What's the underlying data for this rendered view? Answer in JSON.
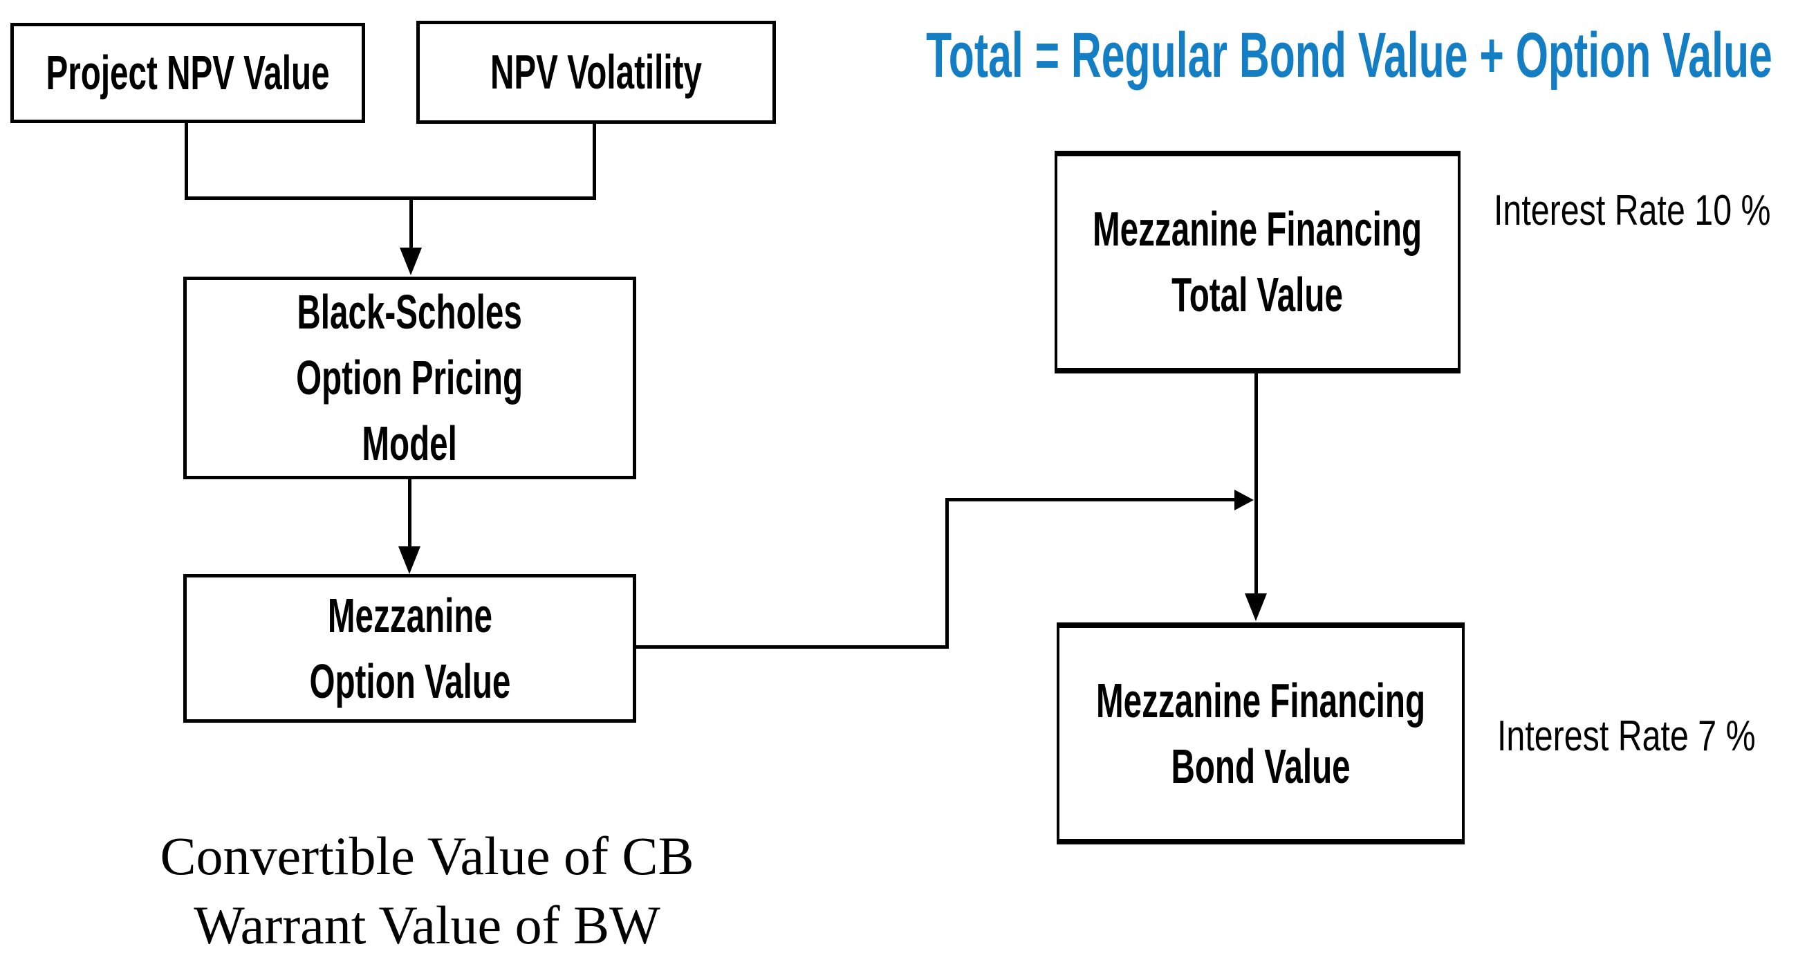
{
  "diagram": {
    "title": {
      "text": "Total = Regular Bond Value + Option Value",
      "color": "#147EC4"
    },
    "boxes": {
      "project_npv": {
        "lines": [
          "Project NPV Value"
        ]
      },
      "npv_volatility": {
        "lines": [
          "NPV Volatility"
        ]
      },
      "black_scholes": {
        "lines": [
          "Black-Scholes",
          "Option Pricing",
          "Model"
        ]
      },
      "mezzanine_option": {
        "lines": [
          "Mezzanine",
          "Option Value"
        ]
      },
      "mezzanine_total": {
        "lines": [
          "Mezzanine Financing",
          "Total Value"
        ]
      },
      "mezzanine_bond": {
        "lines": [
          "Mezzanine Financing",
          "Bond Value"
        ]
      }
    },
    "annotations": {
      "interest_rate_total": "Interest Rate 10 %",
      "interest_rate_bond": "Interest Rate 7 %",
      "note_line1": "Convertible Value of CB",
      "note_line2": "Warrant Value of BW"
    },
    "colors": {
      "box_border": "#000000",
      "line": "#000000",
      "text": "#000000",
      "background": "#ffffff"
    }
  }
}
